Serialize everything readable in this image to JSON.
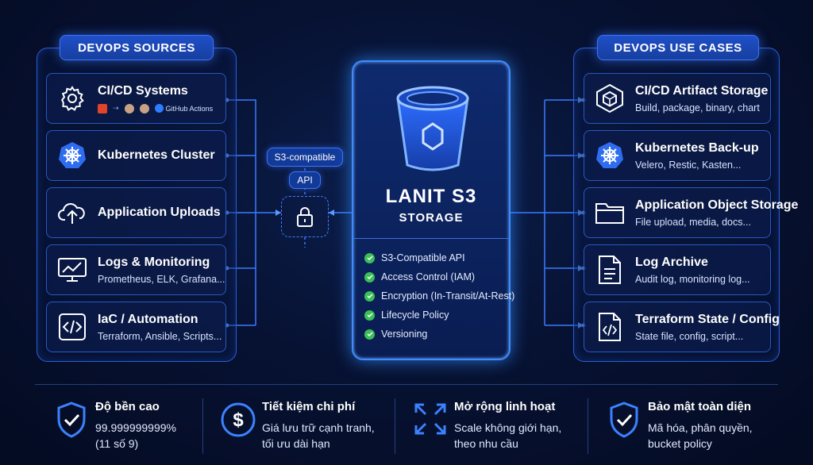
{
  "left": {
    "title": "DEVOPS SOURCES",
    "items": [
      {
        "title": "CI/CD Systems",
        "icon": "gear-icon",
        "logos_label": "GitHub Actions"
      },
      {
        "title": "Kubernetes Cluster",
        "icon": "kubernetes-icon"
      },
      {
        "title": "Application Uploads",
        "icon": "cloud-upload-icon"
      },
      {
        "title": "Logs & Monitoring",
        "subtitle": "Prometheus, ELK, Grafana...",
        "icon": "monitor-chart-icon"
      },
      {
        "title": "IaC / Automation",
        "subtitle": "Terraform, Ansible, Scripts...",
        "icon": "code-icon"
      }
    ]
  },
  "bridge": {
    "pill1": "S3-compatible",
    "pill2": "API",
    "icon": "lock-icon"
  },
  "center": {
    "title": "LANIT S3",
    "subtitle": "STORAGE",
    "icon": "bucket-icon",
    "features": [
      "S3-Compatible API",
      "Access Control (IAM)",
      "Encryption (In-Transit/At-Rest)",
      "Lifecycle Policy",
      "Versioning"
    ]
  },
  "right": {
    "title": "DEVOPS USE CASES",
    "items": [
      {
        "title": "CI/CD Artifact Storage",
        "subtitle": "Build, package, binary, chart",
        "icon": "package-cube-icon"
      },
      {
        "title": "Kubernetes Back-up",
        "subtitle": "Velero, Restic, Kasten...",
        "icon": "kubernetes-icon"
      },
      {
        "title": "Application Object Storage",
        "subtitle": "File upload, media, docs...",
        "icon": "folder-icon"
      },
      {
        "title": "Log Archive",
        "subtitle": "Audit log, monitoring log...",
        "icon": "document-icon"
      },
      {
        "title": "Terraform State / Config",
        "subtitle": "State file, config, script...",
        "icon": "code-file-icon"
      }
    ]
  },
  "bottom": [
    {
      "title": "Độ bền cao",
      "line1": "99.999999999%",
      "line2": "(11 số 9)",
      "icon": "shield-check-icon"
    },
    {
      "title": "Tiết kiệm chi phí",
      "line1": "Giá lưu trữ cạnh tranh,",
      "line2": "tối ưu dài hạn",
      "icon": "dollar-icon"
    },
    {
      "title": "Mở rộng linh hoạt",
      "line1": "Scale không giới hạn,",
      "line2": "theo nhu cầu",
      "icon": "expand-arrows-icon"
    },
    {
      "title": "Bảo mật toàn diện",
      "line1": "Mã hóa, phân quyền,",
      "line2": "bucket policy",
      "icon": "shield-check-icon"
    }
  ],
  "colors": {
    "accent": "#2f7dff",
    "panel_border": "#2a5fd8",
    "check": "#3bbf57",
    "background": "#06102e"
  }
}
